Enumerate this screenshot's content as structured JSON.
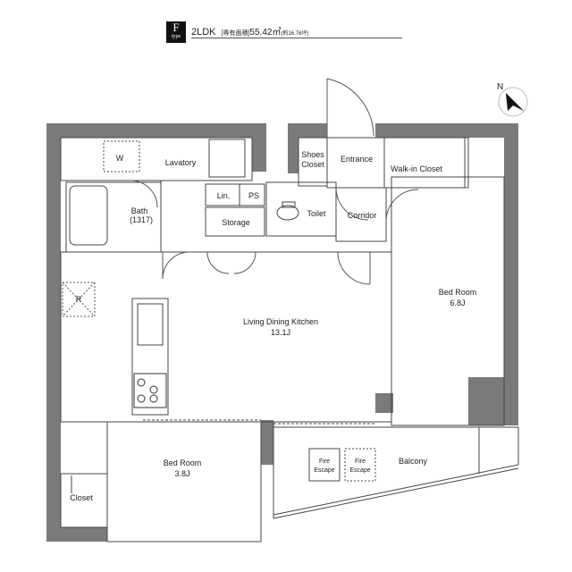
{
  "header": {
    "type_letter": "F",
    "type_word": "type",
    "plan": "2LDK",
    "area_label": "[専有面積]",
    "area_value": "55.42㎡",
    "area_tsubo": "(約16.76坪)"
  },
  "compass": {
    "label": "N"
  },
  "rooms": {
    "lavatory": "Lavatory",
    "bath": "Bath",
    "bath_size": "(1317)",
    "linen": "Lin.",
    "ps": "PS",
    "storage": "Storage",
    "toilet": "Toilet",
    "shoes_closet_1": "Shoes",
    "shoes_closet_2": "Closet",
    "entrance": "Entrance",
    "corridor": "Corridor",
    "walkin": "Walk-in Closet",
    "ldk": "Living Dining Kitchen",
    "ldk_size": "13.1J",
    "bed1": "Bed Room",
    "bed1_size": "6.8J",
    "bed2": "Bed Room",
    "bed2_size": "3.8J",
    "closet": "Closet",
    "balcony": "Balcony",
    "fire1_a": "Fire",
    "fire1_b": "Escape",
    "fire2_a": "Fire",
    "fire2_b": "Escape",
    "washer": "W",
    "fridge": "R"
  }
}
